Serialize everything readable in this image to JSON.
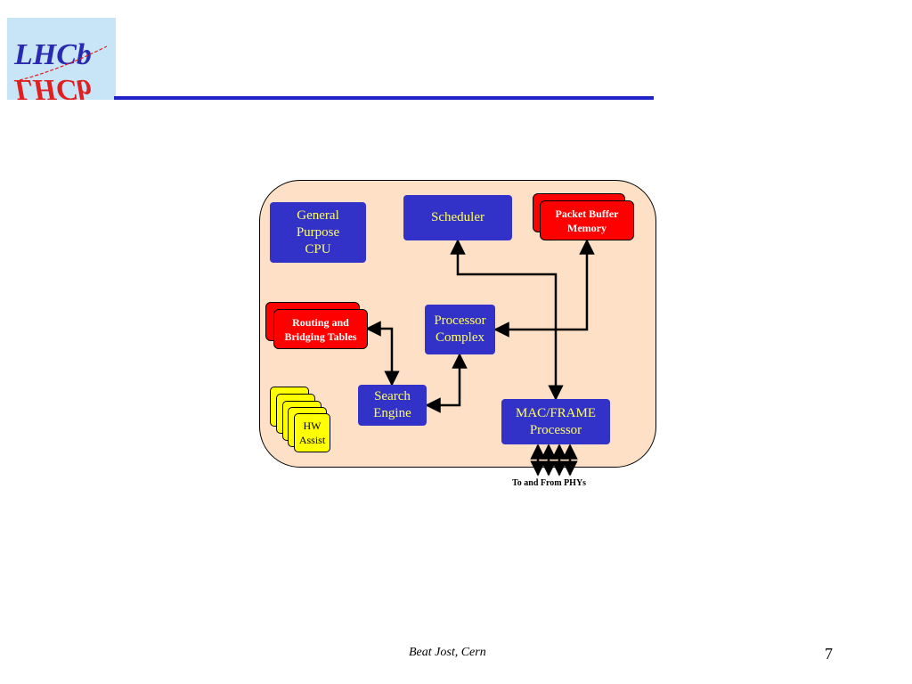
{
  "logo": {
    "text": "LHCb"
  },
  "diagram": {
    "cpu": [
      "General",
      "Purpose",
      "CPU"
    ],
    "scheduler": "Scheduler",
    "packet_buffer": [
      "Packet Buffer",
      "Memory"
    ],
    "routing_tables": [
      "Routing and",
      "Bridging Tables"
    ],
    "processor_complex": [
      "Processor",
      "Complex"
    ],
    "search_engine": [
      "Search",
      "Engine"
    ],
    "hw_assist": [
      "HW",
      "Assist"
    ],
    "mac_frame": [
      "MAC/FRAME",
      "Processor"
    ],
    "phys_label": "To and From PHYs"
  },
  "footer": {
    "author": "Beat Jost, Cern",
    "page": "7"
  },
  "colors": {
    "blue_box": "#3232c8",
    "box_text": "#ffff66",
    "red_box": "#ff0000",
    "yellow_box": "#ffff00",
    "frame": "#fde0c6",
    "header_rule": "#2121c8"
  }
}
